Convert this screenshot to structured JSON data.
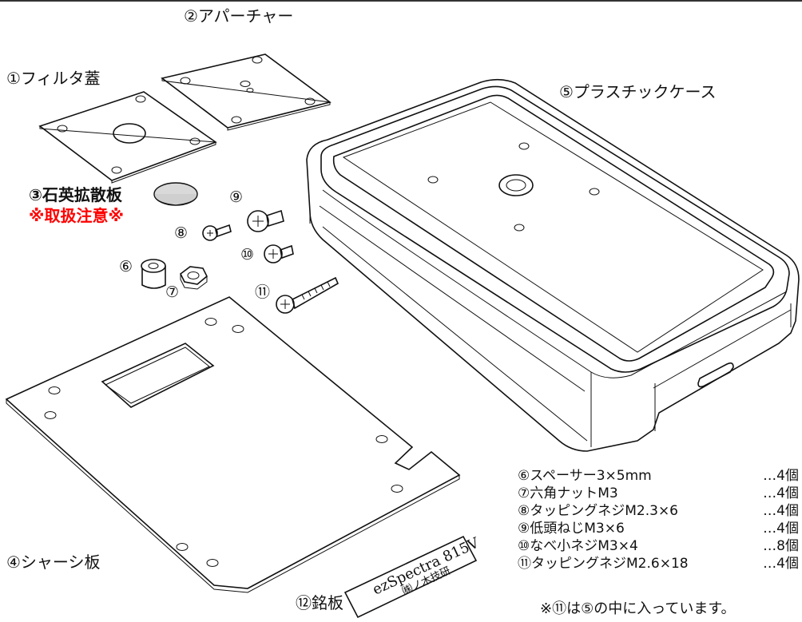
{
  "labels": {
    "aperture": "②アパーチャー",
    "filter_cover": "①フィルタ蓋",
    "plastic_case": "⑤プラスチックケース",
    "quartz_diffuser": "③石英拡散板",
    "handle_warning": "※取扱注意※",
    "chassis_plate": "④シャーシ板",
    "nameplate": "⑫銘板",
    "n6": "⑥",
    "n7": "⑦",
    "n8": "⑧",
    "n9": "⑨",
    "n10": "⑩",
    "n11": "⑪"
  },
  "nameplate_text": {
    "product": "ezSpectra 815V",
    "maker": "㈱ノ木技研"
  },
  "parts_list": [
    {
      "name": "⑥スペーサー3×5mm",
      "qty": "…4個"
    },
    {
      "name": "⑦六角ナットM3",
      "qty": "…4個"
    },
    {
      "name": "⑧タッピングネジM2.3×6",
      "qty": "…4個"
    },
    {
      "name": "⑨低頭ねじM3×6",
      "qty": "…4個"
    },
    {
      "name": "⑩なべ小ネジM3×4",
      "qty": "…8個"
    },
    {
      "name": "⑪タッピングネジM2.6×18",
      "qty": "…4個"
    }
  ],
  "note": "※⑪は⑤の中に入っています。",
  "colors": {
    "warning": "#ff0000",
    "line": "#111111"
  }
}
